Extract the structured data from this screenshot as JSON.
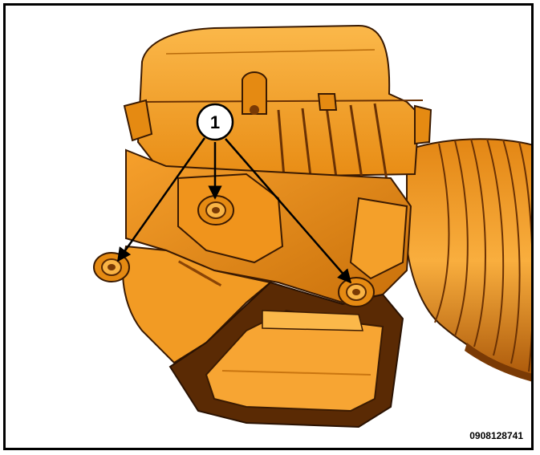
{
  "figure": {
    "callout_number": "1",
    "figure_id": "0908128741"
  },
  "colors": {
    "housing_light": "#F7A533",
    "housing_mid": "#E58A12",
    "housing_dark": "#7A3A05",
    "outline": "#3A1A02",
    "border": "#000000"
  },
  "icons": [
    "callout-circle",
    "leader-arrow"
  ]
}
